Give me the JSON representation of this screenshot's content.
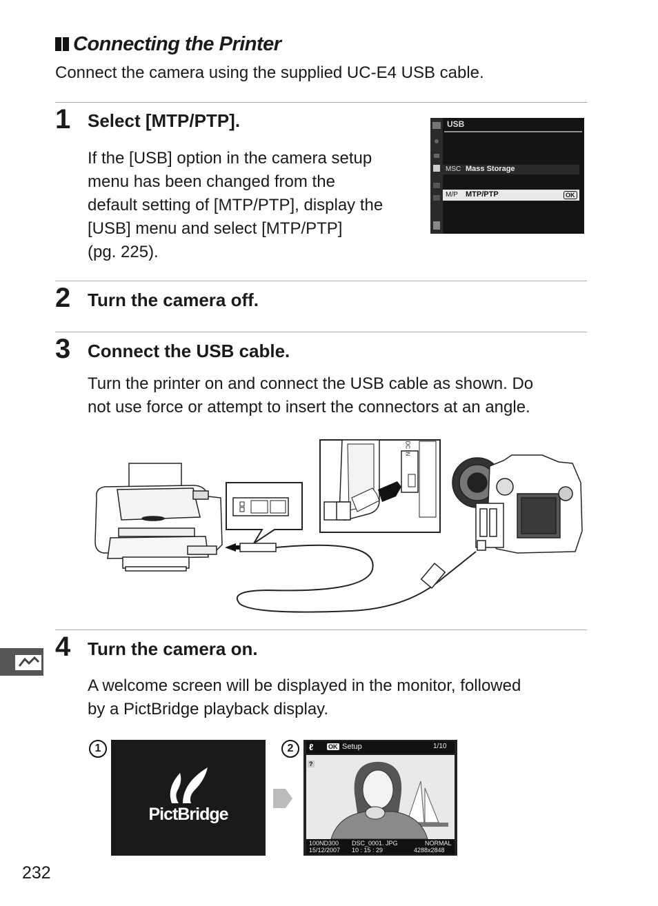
{
  "section": {
    "title": "Connecting the Printer",
    "intro": "Connect the camera using the supplied UC-E4 USB cable."
  },
  "steps": [
    {
      "number": "1",
      "title": "Select [MTP/PTP].",
      "body": [
        "If the [USB] option in the camera setup",
        "menu has been changed from the",
        "default setting of [MTP/PTP], display the",
        "[USB] menu and select [MTP/PTP]",
        "(pg. 225)."
      ]
    },
    {
      "number": "2",
      "title": "Turn the camera off."
    },
    {
      "number": "3",
      "title": "Connect the USB cable.",
      "body": [
        "Turn the printer on and connect the USB cable as shown.  Do",
        "not use force or attempt to insert the connectors at an angle."
      ]
    },
    {
      "number": "4",
      "title": "Turn the camera on.",
      "body": [
        "A welcome screen will be displayed in the monitor, followed",
        "by a PictBridge playback display."
      ]
    }
  ],
  "usb_menu": {
    "header": "USB",
    "items": [
      {
        "label": "Mass Storage",
        "tag": "MSC"
      },
      {
        "label": "MTP/PTP",
        "tag": "M/P",
        "ok": "OK"
      }
    ]
  },
  "figures": {
    "badge_1": "1",
    "badge_2": "2",
    "pictbridge_label": "PictBridge",
    "playback": {
      "ok_setup": "Setup",
      "ok_tag": "OK",
      "counter": "1/10",
      "help": "?",
      "folder": "100ND300",
      "file": "DSC_0001. JPG",
      "quality": "NORMAL",
      "date": "15/12/2007",
      "time": "10 : 15 : 29",
      "size": "4288x2848"
    },
    "dc_in": "DC IN"
  },
  "page_number": "232"
}
